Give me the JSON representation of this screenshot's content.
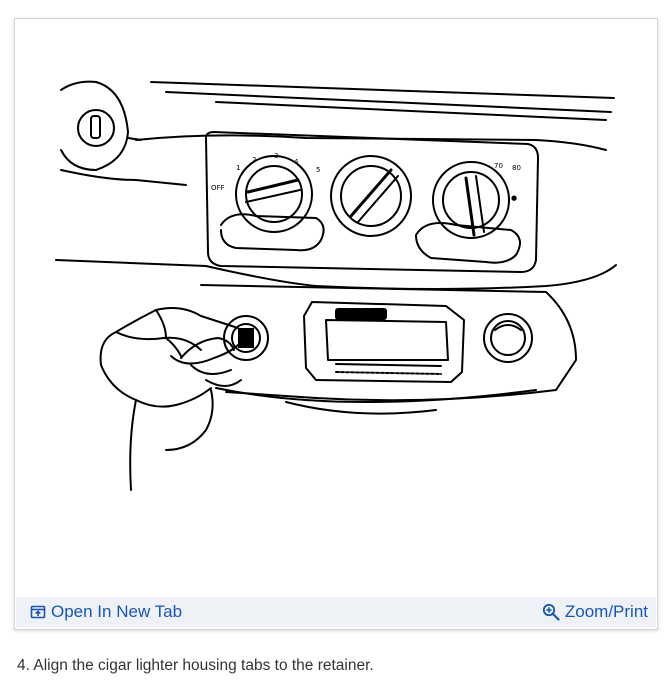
{
  "figure": {
    "image_description_icon": "dashboard-cigar-lighter-illustration",
    "toolbar": {
      "open_new_tab_label": "Open In New Tab",
      "open_new_tab_icon": "open-new-tab-icon",
      "zoom_print_label": "Zoom/Print",
      "zoom_print_icon": "zoom-in-icon"
    }
  },
  "caption": "4. Align the cigar lighter housing tabs to the retainer.",
  "colors": {
    "link": "#1a55b5",
    "toolbar_bg": "#eef2f6",
    "caption_text": "#333333"
  }
}
